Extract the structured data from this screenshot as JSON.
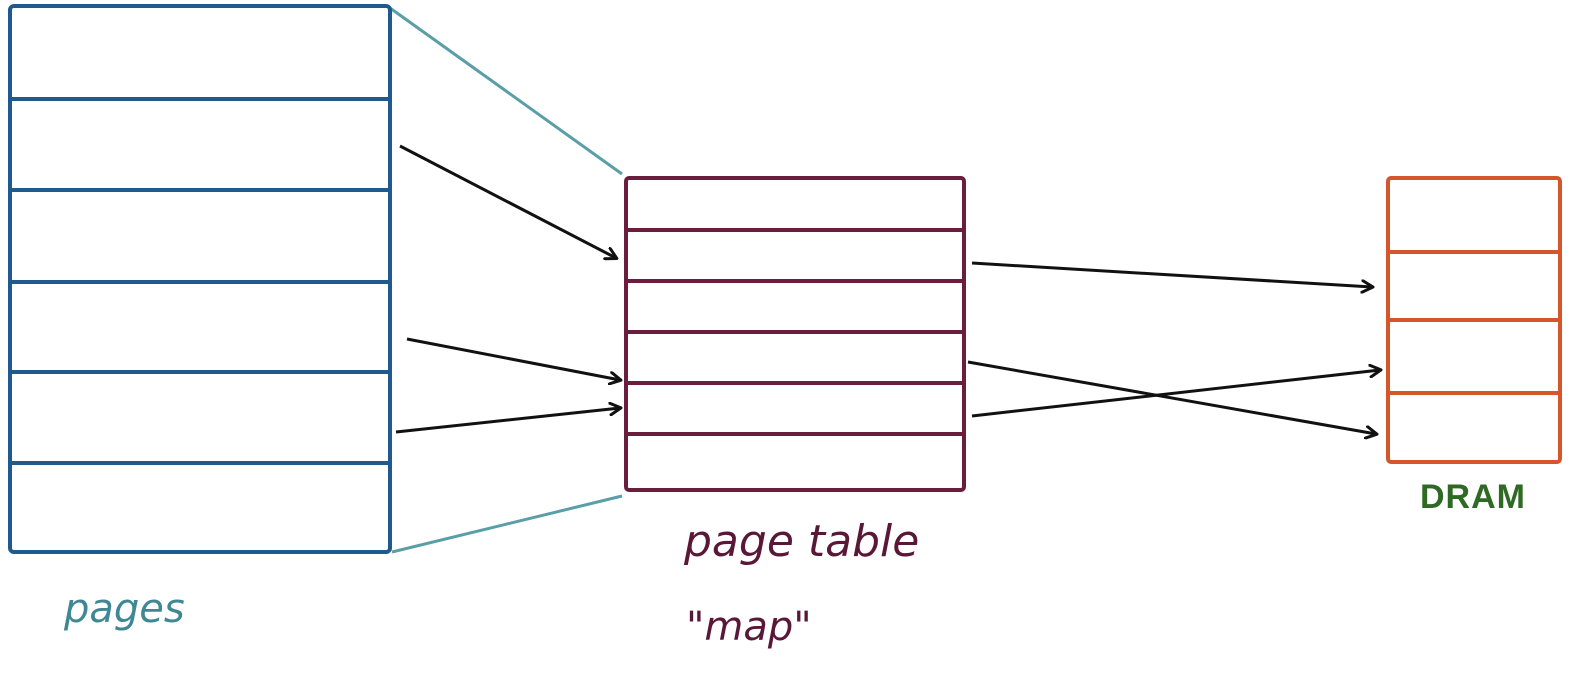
{
  "diagram": {
    "pages_label": "pages",
    "page_table_label": "page table",
    "map_label": "\"map\"",
    "dram_label": "DRAM"
  },
  "colors": {
    "pages": "#1f5a8f",
    "page_table": "#6b1d3e",
    "dram": "#d4562a",
    "zoom_lines": "#5a9ea8",
    "arrows": "#111111",
    "pages_label": "#3e8793",
    "page_table_label": "#5a1838",
    "dram_label": "#2f6a24"
  }
}
